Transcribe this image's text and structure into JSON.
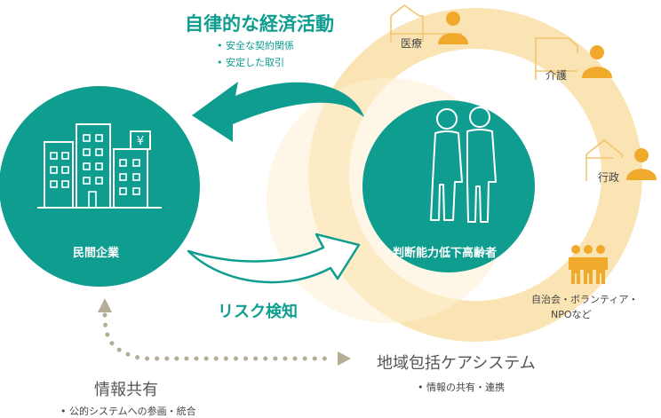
{
  "colors": {
    "teal": "#0e9d8f",
    "ring": "#fbe4b4",
    "ring_ghost": "#fdf0d4",
    "person": "#f0a92a",
    "house": "#f2c46e",
    "arrow_grey": "#b5ae96"
  },
  "top": {
    "title": "自律的な経済活動",
    "bullets": [
      "安全な契約関係",
      "安定した取引"
    ]
  },
  "company": {
    "label": "民間企業"
  },
  "elderly": {
    "label": "判断能力低下高齢者"
  },
  "risk": {
    "label": "リスク検知"
  },
  "roles": [
    {
      "label": "医療",
      "icon": "person-icon"
    },
    {
      "label": "介護",
      "icon": "person-icon"
    },
    {
      "label": "行政",
      "icon": "person-icon"
    }
  ],
  "community": {
    "line1": "自治会・ボランティア・",
    "line2": "NPOなど",
    "icon": "group-icon"
  },
  "system": {
    "title": "地域包括ケアシステム",
    "bullet": "情報の共有・連携"
  },
  "info_share": {
    "title": "情報共有",
    "bullet": "公的システムへの参画・統合"
  }
}
